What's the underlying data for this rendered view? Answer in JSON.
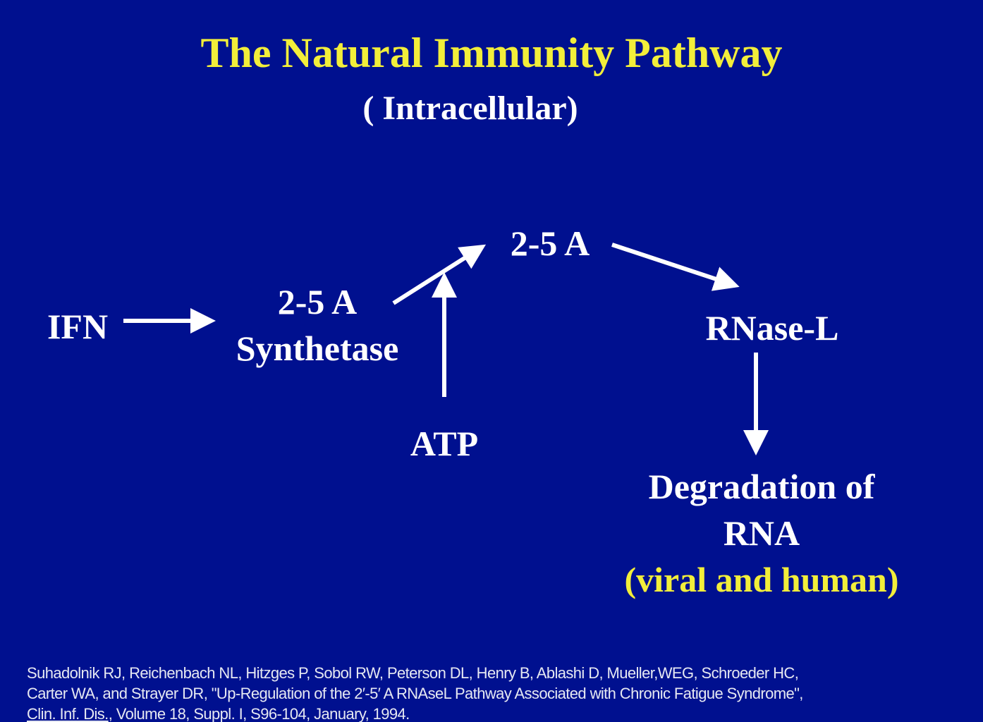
{
  "slide": {
    "title": "The Natural Immunity Pathway",
    "subtitle": "( Intracellular)",
    "colors": {
      "background": "#00108f",
      "accent_yellow": "#f2ee3a",
      "text_white": "#ffffff"
    }
  },
  "nodes": {
    "ifn": "IFN",
    "synthetase_line1": "2-5 A",
    "synthetase_line2": "Synthetase",
    "two_five_a": "2-5 A",
    "atp": "ATP",
    "rnase_l": "RNase-L",
    "degradation_line1": "Degradation of",
    "degradation_line2": "RNA",
    "degradation_note": "(viral and human)"
  },
  "citation": {
    "line1": "Suhadolnik RJ, Reichenbach NL, Hitzges P, Sobol RW, Peterson DL, Henry B, Ablashi D, Mueller,WEG, Schroeder HC,",
    "line2": "Carter WA, and Strayer DR, \"Up-Regulation of the 2′-5′ A RNAseL Pathway Associated with Chronic Fatigue Syndrome\",",
    "journal": "Clin. Inf. Dis.",
    "line3_rest": ", Volume 18, Suppl. I, S96-104, January, 1994."
  }
}
